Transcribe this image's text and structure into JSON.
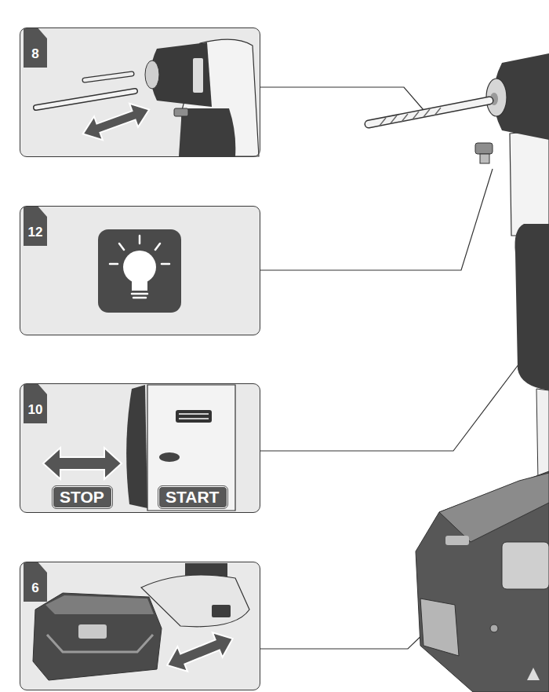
{
  "diagram": {
    "nodes": [
      {
        "text": [
          "8"
        ]
      },
      {
        "text": [
          "12"
        ]
      },
      {
        "text": [
          "10"
        ]
      },
      {
        "text": [
          "STOP"
        ],
        "in": 2
      },
      {
        "text": [
          "START"
        ],
        "in": 2
      },
      {
        "text": [
          "6"
        ]
      }
    ],
    "edges": []
  }
}
